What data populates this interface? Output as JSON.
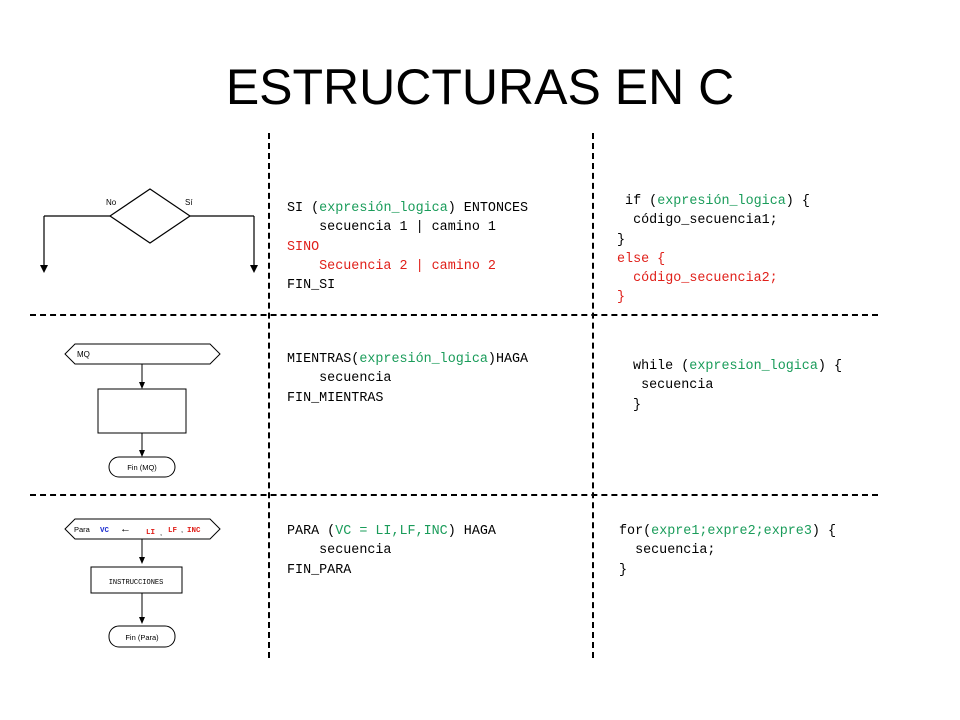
{
  "slide": {
    "title": "ESTRUCTURAS EN C"
  },
  "rows": [
    {
      "diagram": {
        "no_label": "No",
        "si_label": "Sí"
      },
      "pseudo": {
        "l1_a": "SI (",
        "l1_b": "expresión_logica",
        "l1_c": ") ENTONCES",
        "l2": "    secuencia 1 | camino 1",
        "l3": "SINO",
        "l4": "    Secuencia 2 | camino 2",
        "l5": "FIN_SI"
      },
      "c_code": {
        "l1_a": "if (",
        "l1_b": "expresión_logica",
        "l1_c": ") {",
        "l2": "  código_secuencia1;",
        "l3": "}",
        "l4": "else {",
        "l5": "  código_secuencia2;",
        "l6": "}"
      }
    },
    {
      "diagram": {
        "header_label": "MQ",
        "end_label": "Fin (MQ)"
      },
      "pseudo": {
        "l1_a": "MIENTRAS(",
        "l1_b": "expresión_logica",
        "l1_c": ")HAGA",
        "l2": "    secuencia",
        "l3": "FIN_MIENTRAS"
      },
      "c_code": {
        "l1_a": " while (",
        "l1_b": "expresion_logica",
        "l1_c": ") {",
        "l2": "  secuencia",
        "l3": " }"
      }
    },
    {
      "diagram": {
        "para_label": "Para",
        "vc_label": "VC",
        "arrow_glyph": "←",
        "li_label": "LI",
        "comma1": ",",
        "lf_label": "LF",
        "comma2": ",",
        "inc_label": "INC",
        "box_label": "INSTRUCCIONES",
        "end_label": "Fin (Para)"
      },
      "pseudo": {
        "l1_a": "PARA (",
        "l1_b": "VC = LI,LF,INC",
        "l1_c": ") HAGA",
        "l2": "    secuencia",
        "l3": "FIN_PARA"
      },
      "c_code": {
        "l1_a": "for(",
        "l1_b": "expre1;expre2;expre3",
        "l1_c": ") {",
        "l2": "  secuencia;",
        "l3": "}"
      }
    }
  ],
  "colors": {
    "keyword_green": "#1a9c5a",
    "else_red": "#e0201a",
    "vc_blue": "#2030d0"
  }
}
